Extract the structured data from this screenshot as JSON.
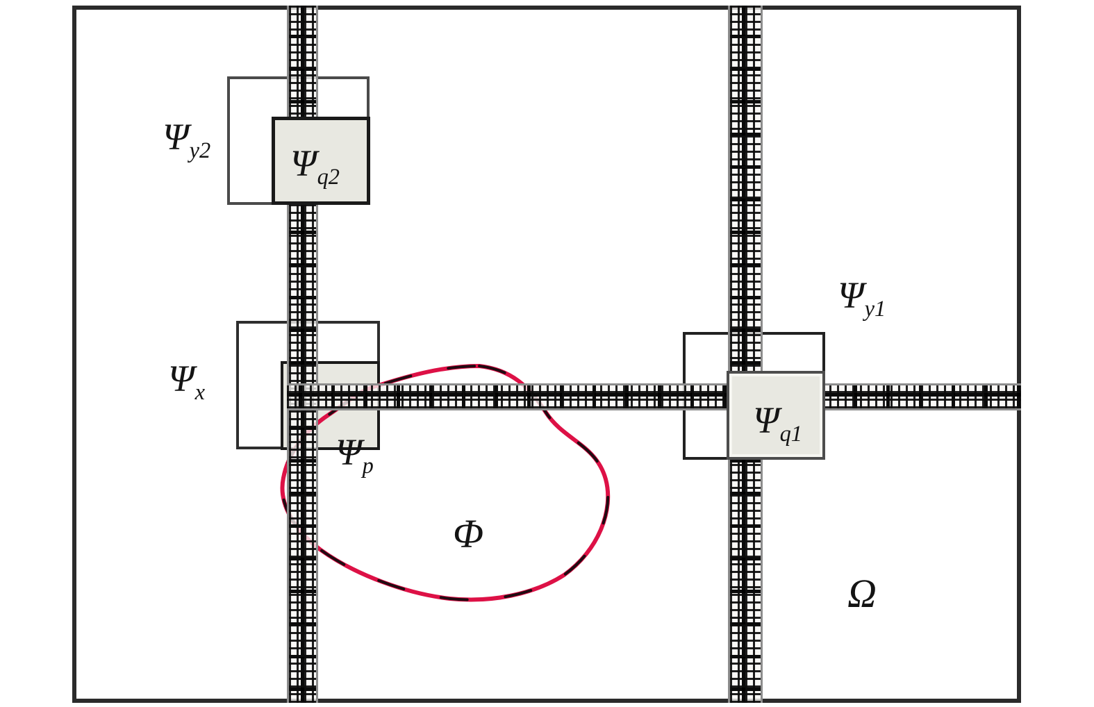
{
  "figure": {
    "labels": {
      "psi_y2": {
        "main": "Ψ",
        "sub": "y2"
      },
      "psi_q2": {
        "main": "Ψ",
        "sub": "q2"
      },
      "psi_x": {
        "main": "Ψ",
        "sub": "x"
      },
      "psi_p": {
        "main": "Ψ",
        "sub": "p"
      },
      "psi_y1": {
        "main": "Ψ",
        "sub": "y1"
      },
      "psi_q1": {
        "main": "Ψ",
        "sub": "q1"
      },
      "phi": {
        "main": "Φ"
      },
      "omega": {
        "main": "Ω"
      }
    },
    "colors": {
      "curve_red": "#dd1146",
      "curve_dark": "#200b12",
      "box_fill_grey": "#e8e8e1",
      "outline_dark": "#2b2b2b",
      "strip_edge_grey": "#8d8d8d"
    }
  }
}
